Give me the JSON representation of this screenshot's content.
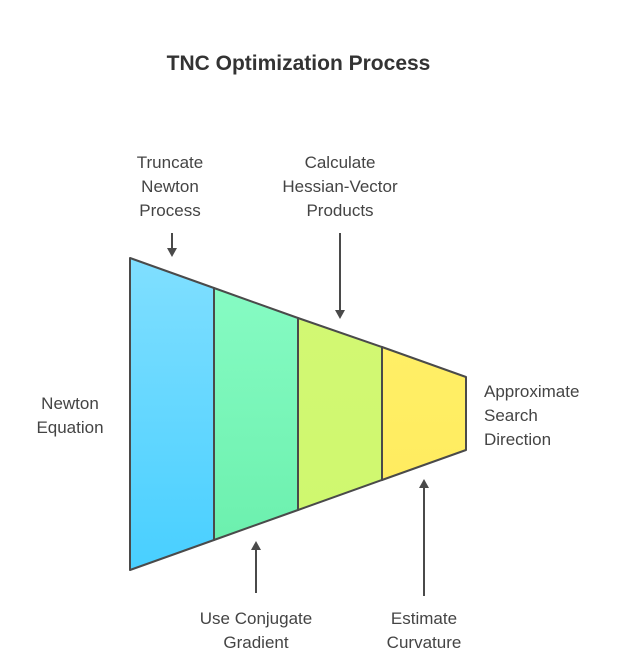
{
  "title": "TNC Optimization Process",
  "stages": [
    {
      "label": "Truncate\nNewton\nProcess",
      "color_top": "#80dfff",
      "color_bottom": "#48cfff"
    },
    {
      "label": "Use Conjugate\nGradient",
      "color_top": "#86fbc3",
      "color_bottom": "#6cf0ae"
    },
    {
      "label": "Calculate\nHessian-Vector\nProducts",
      "color_top": "#d2f873",
      "color_bottom": "#cff86f"
    },
    {
      "label": "Estimate\nCurvature",
      "color_top": "#ffef66",
      "color_bottom": "#ffec60"
    }
  ],
  "input_label": "Newton\nEquation",
  "output_label": "Approximate\nSearch\nDirection",
  "stroke_color": "#4a4a4a"
}
